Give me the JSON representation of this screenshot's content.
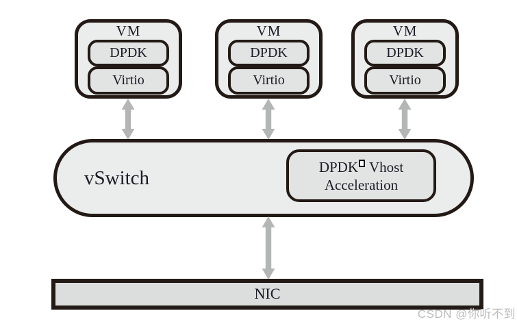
{
  "palette": {
    "background": "#ffffff",
    "border": "#231a15",
    "outer_box_fill": "#ebecec",
    "inner_box_fill": "#e2e3e3",
    "nic_fill": "#dcdddd",
    "arrow": "#b4b5b5",
    "text": "#1b1b26",
    "watermark": "#bcbcbc"
  },
  "vms": [
    {
      "title": "VM",
      "layers": [
        "DPDK",
        "Virtio"
      ]
    },
    {
      "title": "VM",
      "layers": [
        "DPDK",
        "Virtio"
      ]
    },
    {
      "title": "VM",
      "layers": [
        "DPDK",
        "Virtio"
      ]
    }
  ],
  "vswitch": {
    "label": "vSwitch",
    "accel_box": {
      "line1_word1": "DPDK",
      "line1_word2": "Vhost",
      "line2": "Acceleration"
    }
  },
  "nic": {
    "label": "NIC"
  },
  "watermark": {
    "text": "CSDN @你听不到"
  }
}
